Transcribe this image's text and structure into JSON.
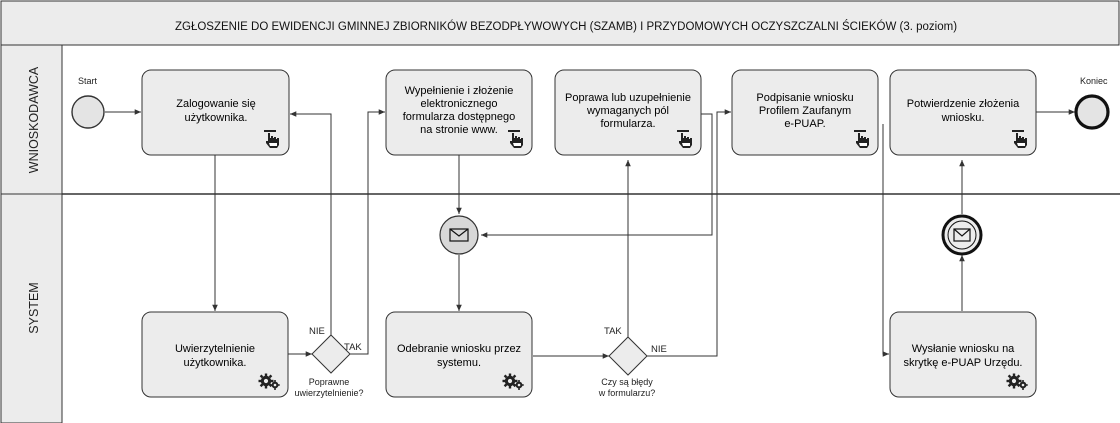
{
  "title": "ZGŁOSZENIE DO EWIDENCJI GMINNEJ ZBIORNIKÓW BEZODPŁYWOWYCH (SZAMB) I PRZYDOMOWYCH OCZYSZCZALNI ŚCIEKÓW (3. poziom)",
  "lanes": {
    "applicant": "WNIOSKODAWCA",
    "system": "SYSTEM"
  },
  "events": {
    "start": "Start",
    "end": "Koniec"
  },
  "tasks": {
    "login": [
      "Zalogowanie się",
      "użytkownika."
    ],
    "fill_form": [
      "Wypełnienie i złożenie",
      "elektronicznego",
      "formularza dostępnego",
      "na stronie www."
    ],
    "correct_form": [
      "Poprawa lub uzupełnienie",
      "wymaganych pól",
      "formularza."
    ],
    "sign": [
      "Podpisanie wniosku",
      "Profilem Zaufanym",
      "e-PUAP."
    ],
    "confirm": [
      "Potwierdzenie złożenia",
      "wniosku."
    ],
    "authenticate": [
      "Uwierzytelnienie",
      "użytkownika."
    ],
    "receive": [
      "Odebranie wniosku przez",
      "systemu."
    ],
    "send": [
      "Wysłanie wniosku na",
      "skrytkę e-PUAP Urzędu."
    ]
  },
  "gateways": {
    "auth": {
      "question": [
        "Poprawne",
        "uwierzytelnienie?"
      ],
      "no": "NIE",
      "yes": "TAK"
    },
    "errors": {
      "question": [
        "Czy są błędy",
        "w formularzu?"
      ],
      "yes": "TAK",
      "no": "NIE"
    }
  },
  "icons": {
    "user_task": "hand-pointer-icon",
    "service_task": "gears-icon",
    "message": "envelope-icon"
  },
  "colors": {
    "task_fill": "#ececec",
    "pool_header": "#ececec",
    "stroke": "#333333"
  }
}
